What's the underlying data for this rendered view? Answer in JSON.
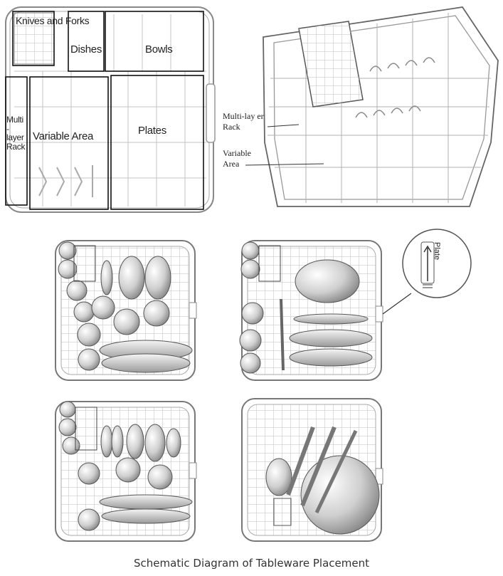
{
  "top_left_rack": {
    "zones": {
      "knives_forks": "Knives and Forks",
      "dishes": "Dishes",
      "bowls": "Bowls",
      "multi_layer_rack": "Multi -layer Rack",
      "variable_area": "Variable Area",
      "plates": "Plates"
    }
  },
  "top_right_rack": {
    "callouts": {
      "multi_layer": "Multi-lay er Rack",
      "variable_area": "Variable Area"
    }
  },
  "bubble": {
    "label": "Plate"
  },
  "caption": "Schematic Diagram of Tableware Placement"
}
